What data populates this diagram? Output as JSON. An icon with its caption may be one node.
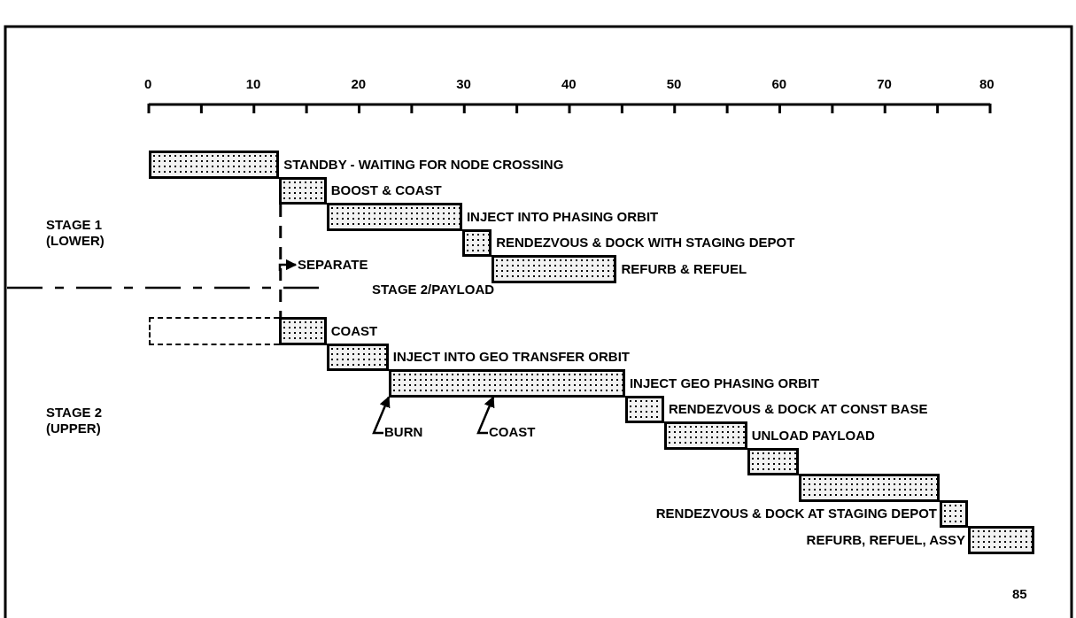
{
  "diagram": {
    "nodes": [
      {
        "text": [],
        "shape": "bar",
        "beside": [
          "STANDBY - WAITING FOR NODE CROSSING"
        ]
      },
      {
        "text": [],
        "shape": "bar",
        "beside": [
          "BOOST & COAST"
        ]
      },
      {
        "text": [],
        "shape": "bar",
        "beside": [
          "INJECT INTO PHASING ORBIT"
        ]
      },
      {
        "text": [],
        "shape": "bar",
        "beside": [
          "RENDEZVOUS & DOCK WITH STAGING DEPOT"
        ]
      },
      {
        "text": [],
        "shape": "bar",
        "beside": [
          "REFURB & REFUEL"
        ]
      },
      {
        "text": [
          "SEPARATE"
        ]
      },
      {
        "text": [],
        "shape": "box"
      },
      {
        "text": [],
        "shape": "bar",
        "beside": [
          "COAST"
        ]
      },
      {
        "text": [],
        "shape": "bar",
        "beside": [
          "INJECT INTO GEO TRANSFER ORBIT"
        ]
      },
      {
        "text": [],
        "shape": "bar",
        "beside": [
          "INJECT GEO PHASING ORBIT"
        ]
      },
      {
        "text": [],
        "shape": "bar",
        "beside": [
          "RENDEZVOUS & DOCK AT CONST BASE"
        ]
      },
      {
        "text": [],
        "shape": "bar",
        "beside": [
          "UNLOAD PAYLOAD"
        ]
      },
      {
        "text": [],
        "shape": "bar"
      },
      {
        "text": [],
        "shape": "bar"
      },
      {
        "text": [],
        "shape": "bar",
        "beside": [
          "RENDEZVOUS & DOCK AT STAGING DEPOT"
        ]
      },
      {
        "text": [],
        "shape": "bar",
        "beside": [
          "REFURB, REFUEL, ASSY"
        ]
      },
      {
        "text": [
          "BURN"
        ]
      },
      {
        "text": [
          "COAST"
        ]
      }
    ],
    "edges": [
      {
        "from": 1,
        "to": 7,
        "arrow": "none",
        "style": "dashed"
      },
      {
        "from": null,
        "to": 5,
        "arrow": "to"
      },
      {
        "from": 16,
        "to": 9,
        "arrow": "to"
      },
      {
        "from": 17,
        "to": 9,
        "arrow": "to"
      }
    ],
    "labels": [
      "0",
      "10",
      "20",
      "30",
      "40",
      "50",
      "60",
      "70",
      "80",
      "STAGE 1 (LOWER)",
      "STAGE 2/PAYLOAD",
      "STAGE 2 (UPPER)",
      "85"
    ]
  }
}
